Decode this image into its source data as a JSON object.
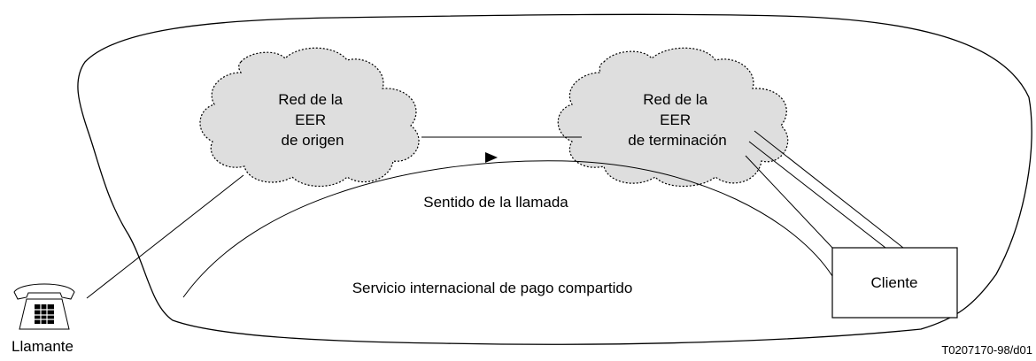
{
  "diagram": {
    "networks": {
      "origin": {
        "lines": [
          "Red de la",
          "EER",
          "de origen"
        ]
      },
      "termination": {
        "lines": [
          "Red de la",
          "EER",
          "de terminación"
        ]
      }
    },
    "call_direction_label": "Sentido de la llamada",
    "service_label": "Servicio internacional de pago compartido",
    "customer_label": "Cliente",
    "caller_label": "Llamante",
    "figure_id": "T0207170-98/d01"
  }
}
